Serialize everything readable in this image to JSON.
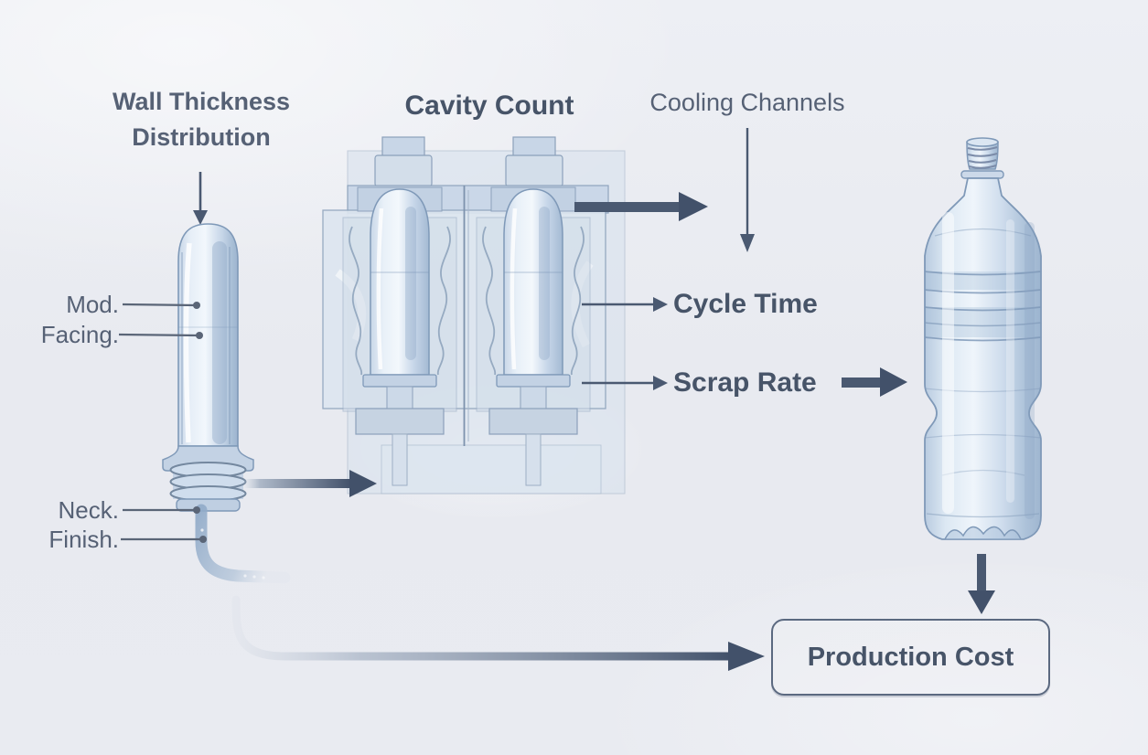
{
  "preform": {
    "title": "Wall Thickness Distribution",
    "callout_mod": "Mod.",
    "callout_facing": "Facing.",
    "callout_neck": "Neck.",
    "callout_finish": "Finish."
  },
  "mold": {
    "title": "Cavity Count"
  },
  "factors": {
    "cooling_channels": "Cooling Channels",
    "cycle_time": "Cycle Time",
    "scrap_rate": "Scrap Rate"
  },
  "result": {
    "production_cost": "Production Cost"
  },
  "colors": {
    "background": "#e9ebf1",
    "label_text": "#566175",
    "bold_text": "#475468",
    "arrow": "#4a5971",
    "arrow_dark": "#42516a",
    "line": "#5a6577",
    "outline": "#7f99b8",
    "box_border": "#5b6980"
  }
}
